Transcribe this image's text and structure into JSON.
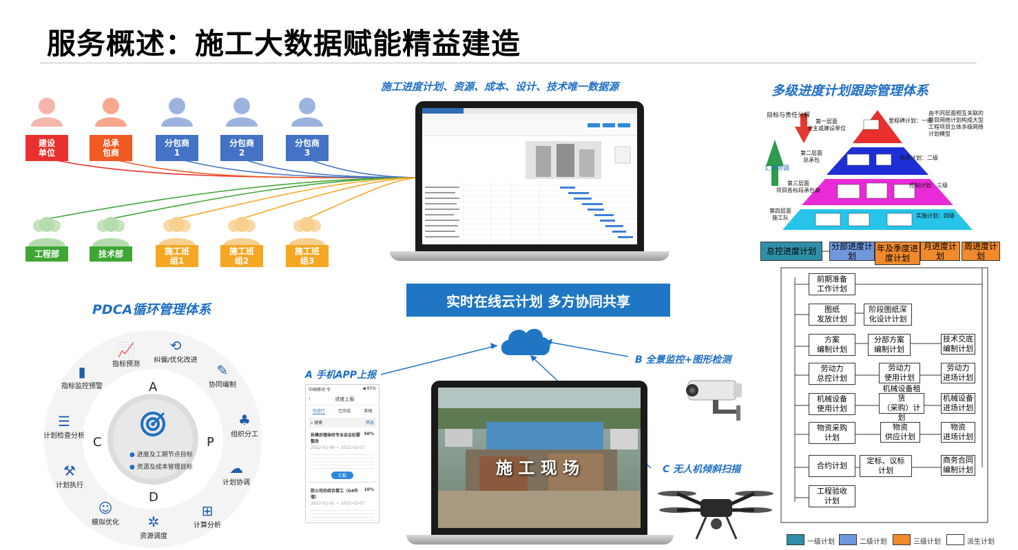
{
  "title": "服务概述：施工大数据赋能精益建造",
  "headings": {
    "data_source": "施工进度计划、资源、成本、设计、技术唯一数据源",
    "multi_level": "多级进度计划跟踪管理体系",
    "pdca": "PDCA循环管理体系",
    "banner": "实时在线云计划  多方协同共享",
    "app": "A 手机APP上报",
    "monitor": "B 全景监控+图形检测",
    "drone": "C 无人机倾斜扫描",
    "site": "施 工 现 场"
  },
  "top_people": [
    {
      "label": "建设\n单位",
      "color": "#e8302e",
      "icon": "#f5b5ad"
    },
    {
      "label": "总承\n包商",
      "color": "#f05a23",
      "icon": "#f6a78c"
    },
    {
      "label": "分包商\n1",
      "color": "#4472c4",
      "icon": "#9db3df"
    },
    {
      "label": "分包商\n2",
      "color": "#4472c4",
      "icon": "#9db3df"
    },
    {
      "label": "分包商\n3",
      "color": "#4472c4",
      "icon": "#9db3df"
    }
  ],
  "bottom_people": [
    {
      "label": "工程部",
      "color": "#3fa535",
      "icon": "#b5dcae"
    },
    {
      "label": "技术部",
      "color": "#3fa535",
      "icon": "#b5dcae"
    },
    {
      "label": "施工班\n组1",
      "color": "#f5a623",
      "icon": "#f8cf8e"
    },
    {
      "label": "施工班\n组2",
      "color": "#f5a623",
      "icon": "#f8cf8e"
    },
    {
      "label": "施工班\n组3",
      "color": "#f5a623",
      "icon": "#f8cf8e"
    }
  ],
  "pyramid": {
    "left_up": "目标与责任分解",
    "left_down": "汇总协调",
    "note": "由不同层面相互关联的项目网络计划构成大型工程项目立体多级网络计划模型",
    "levels": [
      {
        "left": "第一层面\n业主或建设单位",
        "right": "里程碑计划：一级",
        "color": "#e8302e"
      },
      {
        "left": "第二层面\n总承包",
        "right": "指导计划：二级",
        "color": "#1f2fd6"
      },
      {
        "left": "第三层面\n项目各标段承包商",
        "right": "控制计划：三级",
        "color": "#e82bd6"
      },
      {
        "left": "第四层面\n施工队",
        "right": "实施计划：四级",
        "color": "#25c4e8"
      }
    ]
  },
  "flow": {
    "top": [
      "总控进度计划",
      "分部进度计划",
      "年及季度进度计划",
      "月进度计划",
      "周进度计划"
    ],
    "col1": [
      "前期准备\n工作计划",
      "图纸\n发放计划",
      "方案\n编制计划",
      "劳动力\n总控计划",
      "机械设备\n使用计划",
      "物资采购\n计划",
      "合约计划",
      "工程验收\n计划"
    ],
    "col2": [
      "阶段图纸深\n化设计计划",
      "分部方案\n编制计划",
      "劳动力\n使用计划",
      "机械设备租赁\n（采购）计划",
      "物资\n供应计划",
      "定标、议标\n计划"
    ],
    "col3": [
      "技术交底\n编制计划",
      "劳动力\n进场计划",
      "机械设备\n进场计划",
      "物资\n进场计划",
      "商务合同\n编制计划"
    ],
    "legend": [
      "一级计划",
      "二级计划",
      "三级计划",
      "派生计划"
    ],
    "colors": {
      "l1": "#2f8fa6",
      "l2": "#6f97dc",
      "l3": "#f08a2c",
      "l4": "#ffffff"
    }
  },
  "pdca": {
    "center": [
      "进度及工期节点目标",
      "资源及成本管理目标"
    ],
    "letters": [
      "A",
      "P",
      "D",
      "C"
    ],
    "items": [
      "指标预测",
      "纠偏/优化改进",
      "协同编制",
      "组织分工",
      "计划协调",
      "计算分析",
      "资源调度",
      "模拟优化",
      "计划执行",
      "计划检查分析",
      "指标监控预警"
    ]
  },
  "phone": {
    "status": "中国移动 令",
    "battery": "◀ 85%",
    "title": "进度上报",
    "tabs": [
      "待进行",
      "已完成",
      "其他"
    ],
    "search": "搜索",
    "filter": "筛选",
    "card1_title": "拆模后墙体砼专业会议纪要整改",
    "card1_pct": "50%",
    "card1_date": "2022-01-09 ~ 2022-02-07",
    "card2_title": "胶公司后综合楼工（G4外墙）",
    "card2_pct": "10%",
    "card2_date": "2022-01-01 ~ 2022-03-07",
    "btn": "汇报"
  }
}
